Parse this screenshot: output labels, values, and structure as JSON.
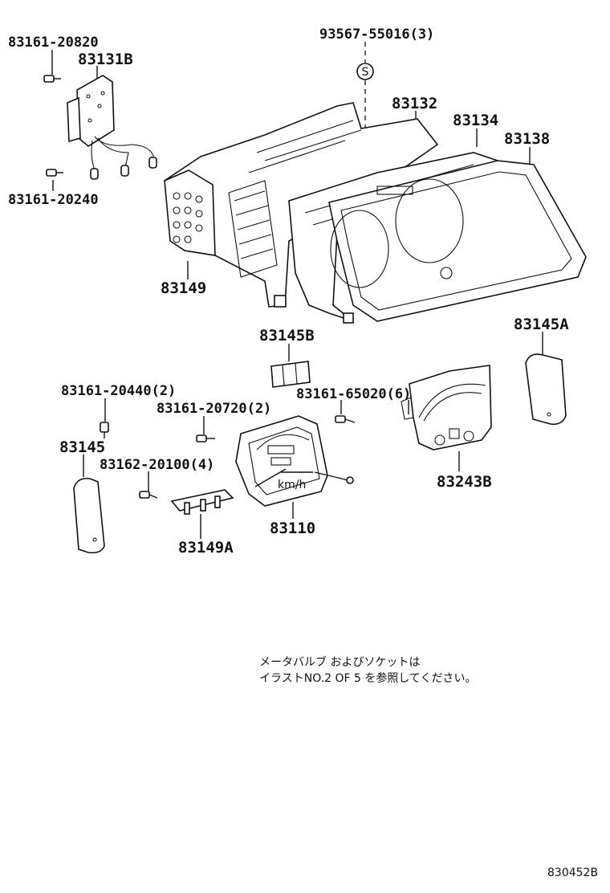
{
  "part_labels": {
    "p93567": "93567-55016(3)",
    "p83161_20820": "83161-20820",
    "p83131B": "83131B",
    "p83132": "83132",
    "p83134": "83134",
    "p83138": "83138",
    "p83161_20240": "83161-20240",
    "p83149": "83149",
    "p83145B": "83145B",
    "p83145A": "83145A",
    "p83161_20440": "83161-20440(2)",
    "p83161_65020": "83161-65020(6)",
    "p83161_20720": "83161-20720(2)",
    "p83145": "83145",
    "p83162_20100": "83162-20100(4)",
    "p83243B": "83243B",
    "p83110": "83110",
    "p83149A": "83149A"
  },
  "symbol_s": "S",
  "speedo_unit": "km/h",
  "note": {
    "line1": "メータバルブ およびソケットは",
    "line2": "イラストNO.2 OF 5 を参照してください。"
  },
  "diagram_code": "830452B"
}
